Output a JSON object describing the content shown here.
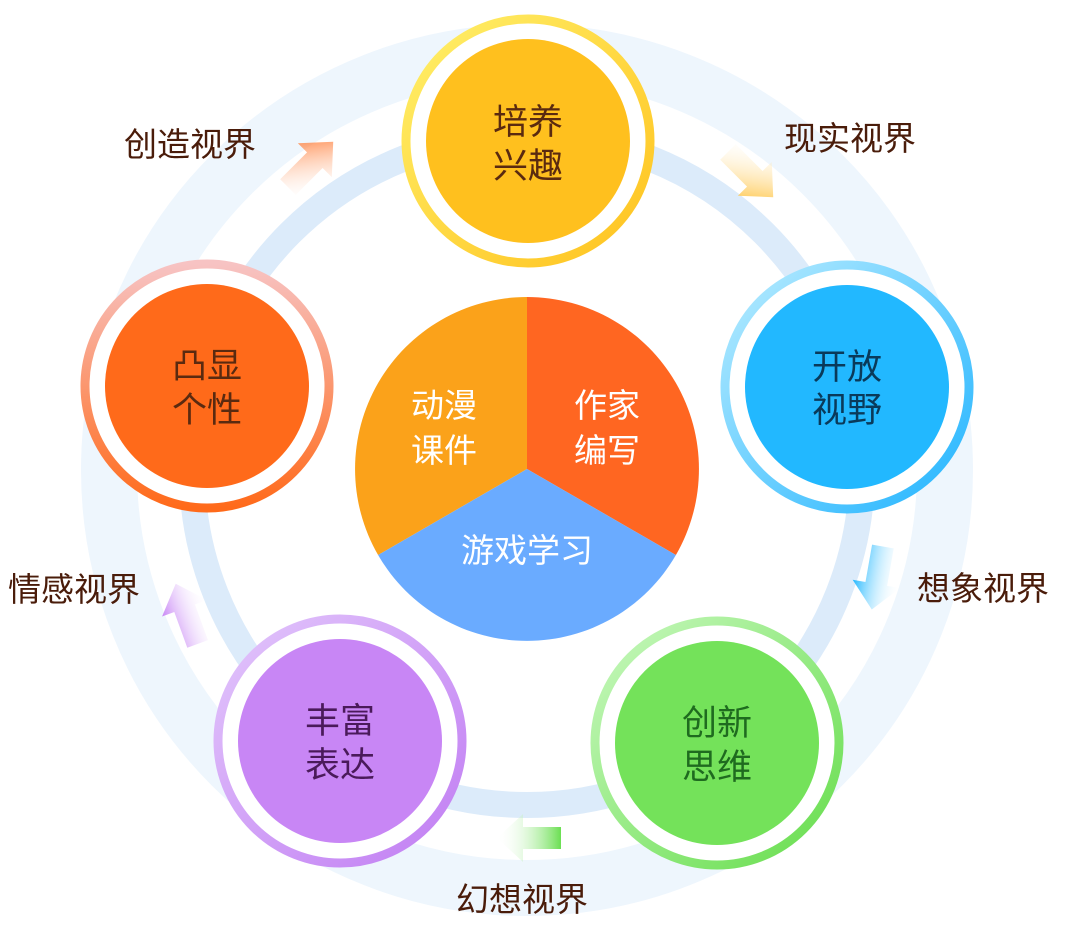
{
  "colors": {
    "ring": "#dfeefa",
    "ring_inner": "#cfe3f7",
    "orange": "#ff6a1a",
    "yellow": "#ffc01e",
    "blue": "#22b8ff",
    "green": "#74e25a",
    "purple": "#c886f5",
    "pie_orange": "#fba21a",
    "pie_red": "#ff6621",
    "pie_blue": "#6aabff"
  },
  "nodes": {
    "top": {
      "line1": "培养",
      "line2": "兴趣"
    },
    "right": {
      "line1": "开放",
      "line2": "视野"
    },
    "bottom_right": {
      "line1": "创新",
      "line2": "思维"
    },
    "bottom_left": {
      "line1": "丰富",
      "line2": "表达"
    },
    "left": {
      "line1": "凸显",
      "line2": "个性"
    }
  },
  "labels": {
    "top_left": "创造视界",
    "top_right": "现实视界",
    "right": "想象视界",
    "bottom": "幻想视界",
    "left": "情感视界"
  },
  "pie": {
    "left": {
      "line1": "动漫",
      "line2": "课件"
    },
    "right": {
      "line1": "作家",
      "line2": "编写"
    },
    "bottom": "游戏学习"
  }
}
